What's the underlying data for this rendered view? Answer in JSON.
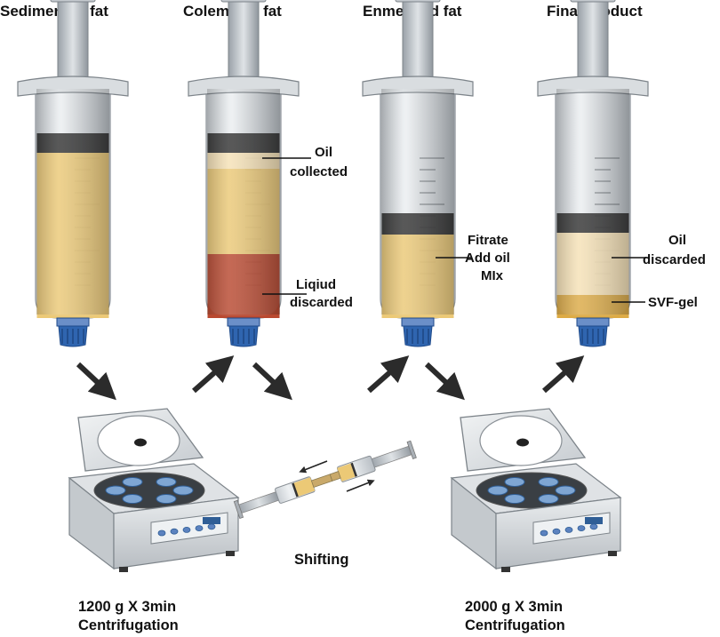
{
  "titles": [
    "Sedimented fat",
    "Coleman’s fat",
    "Enmeshed fat",
    "Final product"
  ],
  "labels": {
    "oil_collected": [
      "Oil",
      "collected"
    ],
    "liquid_discarded": [
      "Liqiud",
      "discarded"
    ],
    "fitrate": [
      "Fitrate",
      "Add oil",
      "MIx"
    ],
    "oil_discarded": [
      "Oil",
      "discarded"
    ],
    "svf_gel": "SVF-gel",
    "shifting": "Shifting",
    "step1": [
      "1200 g X 3min",
      "Centrifugation"
    ],
    "step2": [
      "2000 g X 3min",
      "Centrifugation"
    ]
  },
  "colors": {
    "fat": "#ecc976",
    "oil": "#f6e2b6",
    "liquid": "#b9482f",
    "svf": "#dcaa45",
    "cap": "#2f65b0",
    "dark_band": "#333333",
    "arrow": "#2b2b2b"
  }
}
